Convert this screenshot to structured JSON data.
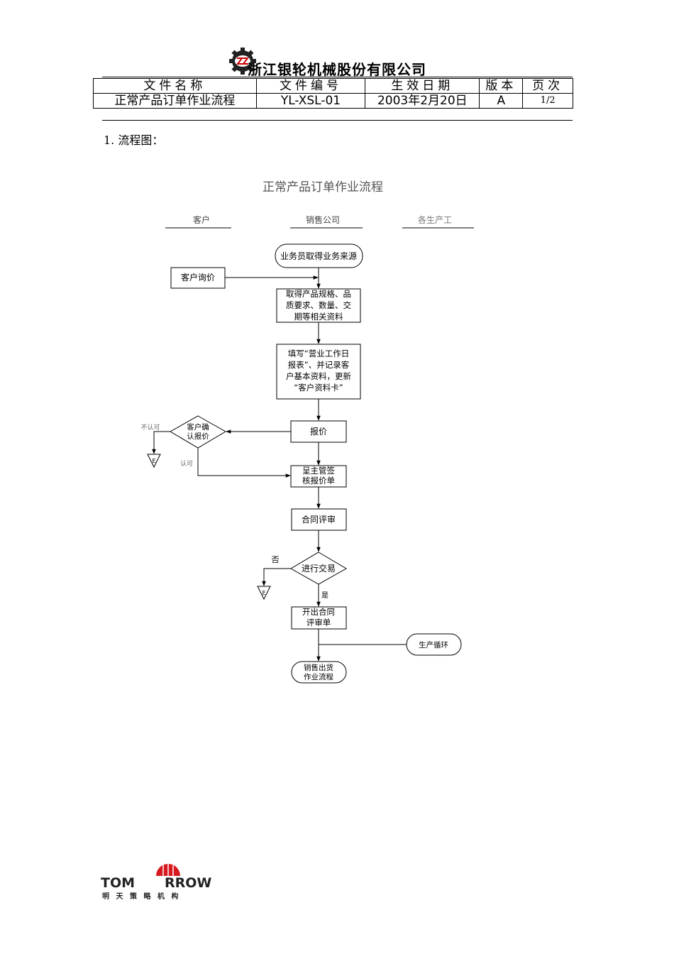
{
  "header": {
    "company": "浙江银轮机械股份有限公司",
    "columns": [
      "文件名称",
      "文件编号",
      "生效日期",
      "版本",
      "页次"
    ],
    "values": [
      "正常产品订单作业流程",
      "YL-XSL-01",
      "2003年2月20日",
      "A",
      "1/2"
    ]
  },
  "section": {
    "title": "1. 流程图："
  },
  "flow": {
    "title": "正常产品订单作业流程",
    "lanes": [
      "客户",
      "销售公司",
      "各生产工"
    ],
    "nodes": {
      "start": "业务员取得业务来源",
      "inquiry": "客户询价",
      "get_specs": [
        "取得产品规格、品",
        "质要求、数量、交",
        "期等相关资料"
      ],
      "fill": [
        "填写“营业工作日",
        "报表”、并记录客",
        "户基本资料，更新",
        "“客户资料卡”"
      ],
      "quote": "报价",
      "confirm": [
        "客户确",
        "认报价"
      ],
      "approve": [
        "呈主管签",
        "核报价单"
      ],
      "review": "合同评审",
      "trade": "进行交易",
      "issue": [
        "开出合同",
        "评审单"
      ],
      "production": "生产循环",
      "shipment": [
        "销售出货",
        "作业流程"
      ],
      "end_mark": "E"
    },
    "labels": {
      "reject": "不认可",
      "accept": "认可",
      "no": "否",
      "yes": "是"
    }
  },
  "footer": {
    "brand": "TOMORROW",
    "brand_left": "TOM",
    "brand_right": "RROW",
    "tagline": "明 天 策 略 机 构"
  }
}
